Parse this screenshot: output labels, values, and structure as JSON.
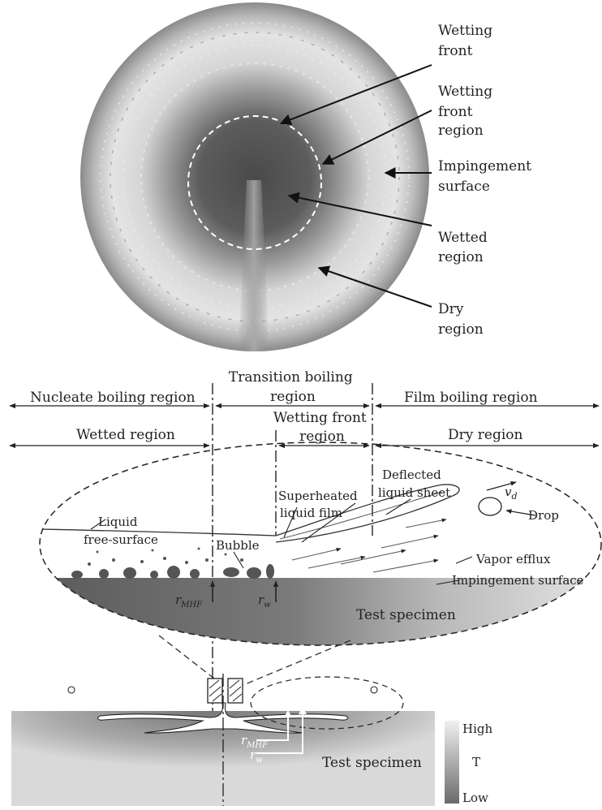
{
  "photo_labels": {
    "wetting_front": [
      "Wetting",
      "front"
    ],
    "wetting_front_region": [
      "Wetting",
      "front",
      "region"
    ],
    "impingement_surface": [
      "Impingement",
      "surface"
    ],
    "wetted_region": [
      "Wetted",
      "region"
    ],
    "dry_region": [
      "Dry",
      "region"
    ]
  },
  "boiling_regions": {
    "nucleate": "Nucleate boiling region",
    "transition": [
      "Transition boiling",
      "region"
    ],
    "film": "Film boiling region"
  },
  "surface_regions": {
    "wetted": "Wetted region",
    "wetting_front": [
      "Wetting front",
      "region"
    ],
    "dry": "Dry region"
  },
  "detail_labels": {
    "deflected_sheet": [
      "Deflected",
      "liquid sheet"
    ],
    "superheated_film": [
      "Superheated",
      "liquid film"
    ],
    "liquid_free_surface": [
      "Liquid",
      "free-surface"
    ],
    "bubble": "Bubble",
    "drop": "Drop",
    "vapor_efflux": "Vapor efflux",
    "impingement_surface": "Impingement surface",
    "test_specimen": "Test specimen",
    "r_mhf": "r",
    "r_mhf_sub": "MHF",
    "r_w": "r",
    "r_w_sub": "w",
    "v_d": "v",
    "v_d_sub": "d"
  },
  "lower_labels": {
    "r_mhf": "r",
    "r_mhf_sub": "MHF",
    "r_w": "r",
    "r_w_sub": "w",
    "test_specimen": "Test specimen"
  },
  "colorbar": {
    "high": "High",
    "mid": "T",
    "low": "Low",
    "colors": [
      "#f0f0f0",
      "#6a6a6a"
    ]
  }
}
